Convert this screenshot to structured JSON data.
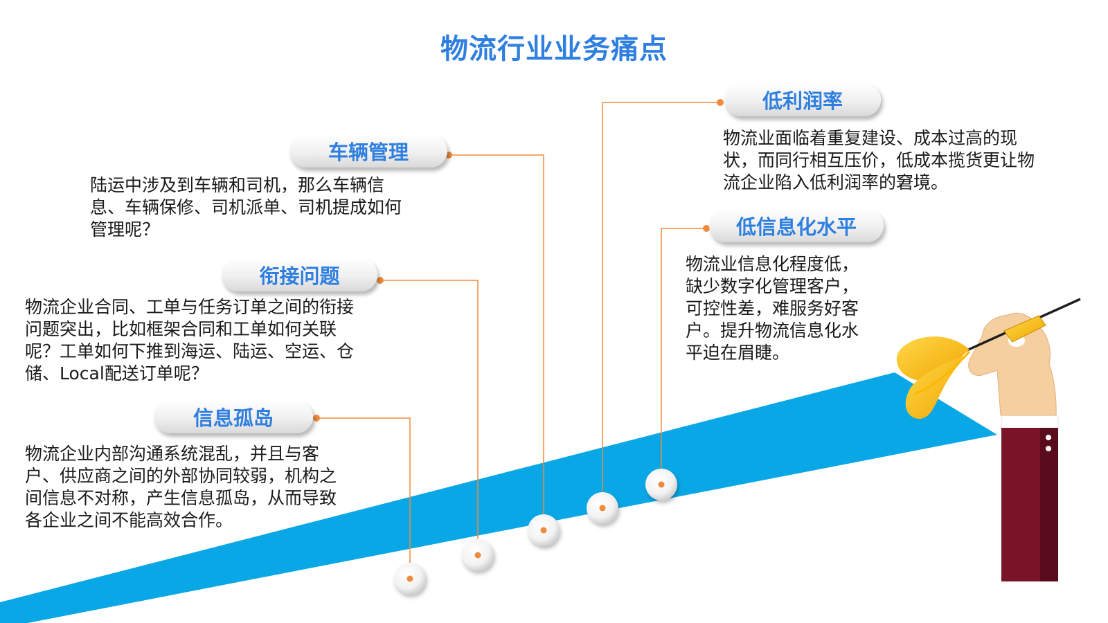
{
  "title": "物流行业业务痛点",
  "colors": {
    "title": "#2f7fe0",
    "band": "#0aa7e6",
    "connector": "#f08a3c",
    "sleeve": "#7a1428"
  },
  "items": [
    {
      "heading": "车辆管理",
      "text": "陆运中涉及到车辆和司机，那么车辆信息、车辆保修、司机派单、司机提成如何管理呢？"
    },
    {
      "heading": "衔接问题",
      "text": "物流企业合同、工单与任务订单之间的衔接问题突出，比如框架合同和工单如何关联呢？工单如何下推到海运、陆运、空运、仓储、Local配送订单呢？"
    },
    {
      "heading": "信息孤岛",
      "text": "物流企业内部沟通系统混乱，并且与客户、供应商之间的外部协同较弱，机构之间信息不对称，产生信息孤岛，从而导致各企业之间不能高效合作。"
    },
    {
      "heading": "低利润率",
      "text": "物流业面临着重复建设、成本过高的现状，而同行相互压价，低成本揽货更让物流企业陷入低利润率的窘境。"
    },
    {
      "heading": "低信息化水平",
      "text": "物流业信息化程度低，缺少数字化管理客户，可控性差，难服务好客户。提升物流信息化水平迫在眉睫。"
    }
  ],
  "illustration": {
    "icons": [
      "hand-icon",
      "dart-icon",
      "sleeve-icon"
    ]
  }
}
